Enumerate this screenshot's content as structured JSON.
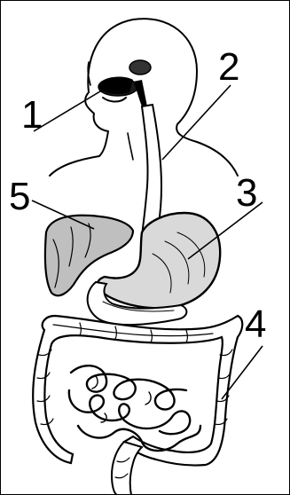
{
  "labels": [
    {
      "id": "1",
      "text": "1"
    },
    {
      "id": "2",
      "text": "2"
    },
    {
      "id": "3",
      "text": "3"
    },
    {
      "id": "4",
      "text": "4"
    },
    {
      "id": "5",
      "text": "5"
    }
  ],
  "colors": {
    "ink": "#000000",
    "background": "#ffffff",
    "organ_shade": "#d9d9d9",
    "liver_shade": "#bfbfbf"
  }
}
